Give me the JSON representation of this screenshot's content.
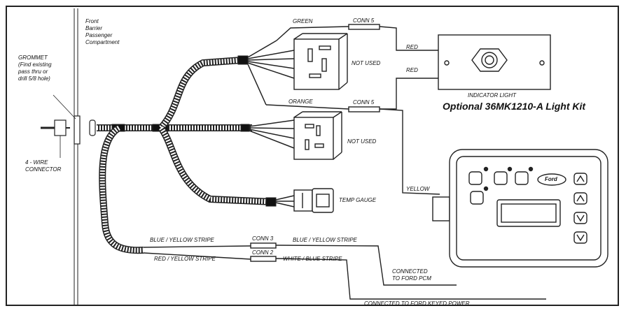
{
  "labels": {
    "firewall_line1": "Front",
    "firewall_line2": "Barrier",
    "firewall_line3": "Passenger",
    "firewall_line4": "Compartment",
    "grommet_line1": "GROMMET",
    "grommet_line2": "(Find existing",
    "grommet_line3": "pass thru or",
    "grommet_line4": "drill 5/8 hole)",
    "wire_conn_line1": "4 - WIRE",
    "wire_conn_line2": "CONNECTOR",
    "green": "GREEN",
    "conn5_top": "CONN 5",
    "red1": "RED",
    "red2": "RED",
    "not_used_1": "NOT USED",
    "orange": "ORANGE",
    "conn5_mid": "CONN 5",
    "indicator_light": "INDICATOR LIGHT",
    "kit": "Optional 36MK1210-A Light Kit",
    "not_used_2": "NOT USED",
    "yellow": "YELLOW",
    "temp_gauge": "TEMP GAUGE",
    "blue_yellow_left": "BLUE / YELLOW STRIPE",
    "conn3": "CONN 3",
    "blue_yellow_right": "BLUE / YELLOW STRIPE",
    "red_yellow": "RED / YELLOW STRIPE",
    "conn2": "CONN 2",
    "white_blue": "WHITE / BLUE STRIPE",
    "to_pcm_line1": "CONNECTED",
    "to_pcm_line2": "TO FORD PCM",
    "to_key_power": "CONNECTED TO FORD KEYED POWER",
    "logo": "Ford"
  }
}
